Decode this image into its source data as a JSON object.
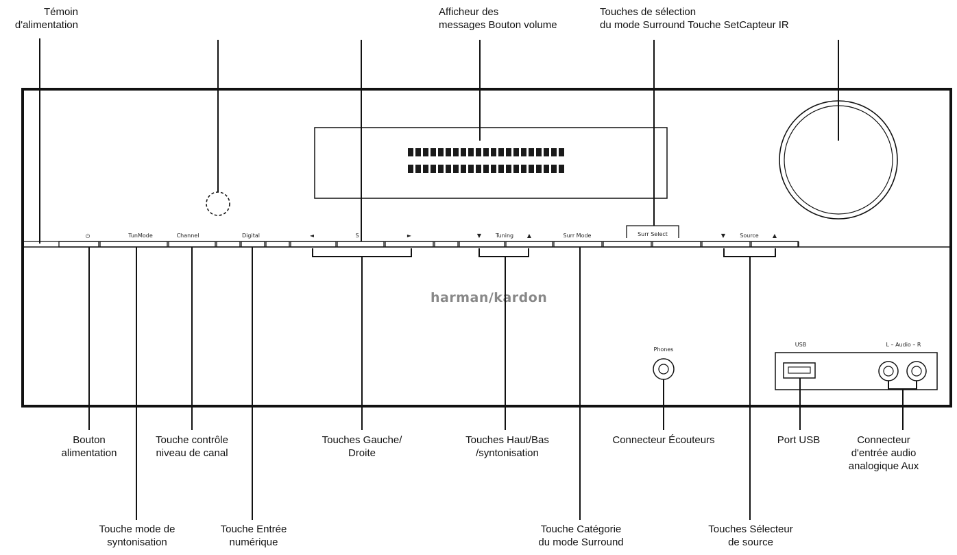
{
  "callouts_top": {
    "temoin": "Témoin\nd'alimentation",
    "afficheur": "Afficheur des\nmessages Bouton volume",
    "touches_surround": "Touches de sélection\ndu mode Surround Touche SetCapteur IR"
  },
  "callouts_bottom": {
    "bouton_alim": "Bouton\nalimentation",
    "touche_controle": "Touche contrôle\nniveau de canal",
    "gauche_droite": "Touches Gauche/\nDroite",
    "haut_bas": "Touches Haut/Bas\n/syntonisation",
    "connecteur_ecouteurs": "Connecteur Écouteurs",
    "port_usb": "Port USB",
    "connecteur_aux": "Connecteur\nd'entrée audio\nanalogique Aux",
    "mode_syntonisation": "Touche mode de\nsyntonisation",
    "entree_numerique": "Touche Entrée\nnumérique",
    "categorie_surround": "Touche Catégorie\ndu mode Surround",
    "selecteur_source": "Touches Sélecteur\nde source"
  },
  "panel": {
    "power_symbol": "⏻",
    "button_labels": {
      "tunmode": "TunMode",
      "channel": "Channel",
      "digital": "Digital",
      "left_arrow": "◄",
      "set": "S",
      "right_arrow": "►",
      "tuning_down": "▼",
      "tuning": "Tuning",
      "tuning_up": "▲",
      "surr_mode": "Surr Mode",
      "surr_select": "Surr Select",
      "source_down": "▼",
      "source": "Source",
      "source_up": "▲"
    },
    "brand": "harman/kardon",
    "phones": "Phones",
    "usb": "USB",
    "aux": "L – Audio – R",
    "display_line1": "",
    "display_line2": ""
  }
}
